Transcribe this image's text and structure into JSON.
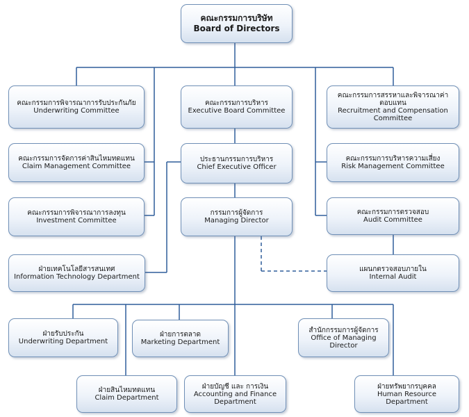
{
  "board": {
    "th": "คณะกรรมการบริษัท",
    "en": "Board of Directors"
  },
  "underwriting_committee": {
    "th": "คณะกรรมการพิจารณาการรับประกันภัย",
    "en": "Underwriting Committee"
  },
  "claim_committee": {
    "th": "คณะกรรมการจัดการค่าสินไหมทดแทน",
    "en": "Claim Management Committee"
  },
  "investment_committee": {
    "th": "คณะกรรมการพิจารณาการลงทุน",
    "en": "Investment Committee"
  },
  "executive_board": {
    "th": "คณะกรรมการบริหาร",
    "en": "Executive Board Committee"
  },
  "ceo": {
    "th": "ประธานกรรมการบริหาร",
    "en": "Chief Executive Officer"
  },
  "md": {
    "th": "กรรมการผู้จัดการ",
    "en": "Managing Director"
  },
  "recruitment": {
    "th": "คณะกรรมการสรรหาและพิจารณาค่าตอบแทน",
    "en": "Recruitment and Compensation Committee"
  },
  "risk": {
    "th": "คณะกรรมการบริหารความเสี่ยง",
    "en": "Risk Management Committee"
  },
  "audit_committee": {
    "th": "คณะกรรมการตรวจสอบ",
    "en": "Audit Committee"
  },
  "internal_audit": {
    "th": "แผนกตรวจสอบภายใน",
    "en": "Internal Audit"
  },
  "it_dept": {
    "th": "ฝ่ายเทคโนโลยีสารสนเทศ",
    "en": "Information Technology Department"
  },
  "underwriting_dept": {
    "th": "ฝ่ายรับประกัน",
    "en": "Underwriting Department"
  },
  "marketing_dept": {
    "th": "ฝ่ายการตลาด",
    "en": "Marketing Department"
  },
  "office_md": {
    "th": "สำนักกรรมการผู้จัดการ",
    "en": "Office of Managing Director"
  },
  "claim_dept": {
    "th": "ฝ่ายสินไหมทดแทน",
    "en": "Claim Department"
  },
  "accounting_dept": {
    "th": "ฝ่ายบัญชี และ การเงิน",
    "en": "Accounting and Finance Department"
  },
  "hr_dept": {
    "th": "ฝ่ายทรัพยากรบุคคล",
    "en": "Human Resource Department"
  },
  "colors": {
    "line": "#2f5d9a",
    "box_border": "#6f8fb6"
  }
}
